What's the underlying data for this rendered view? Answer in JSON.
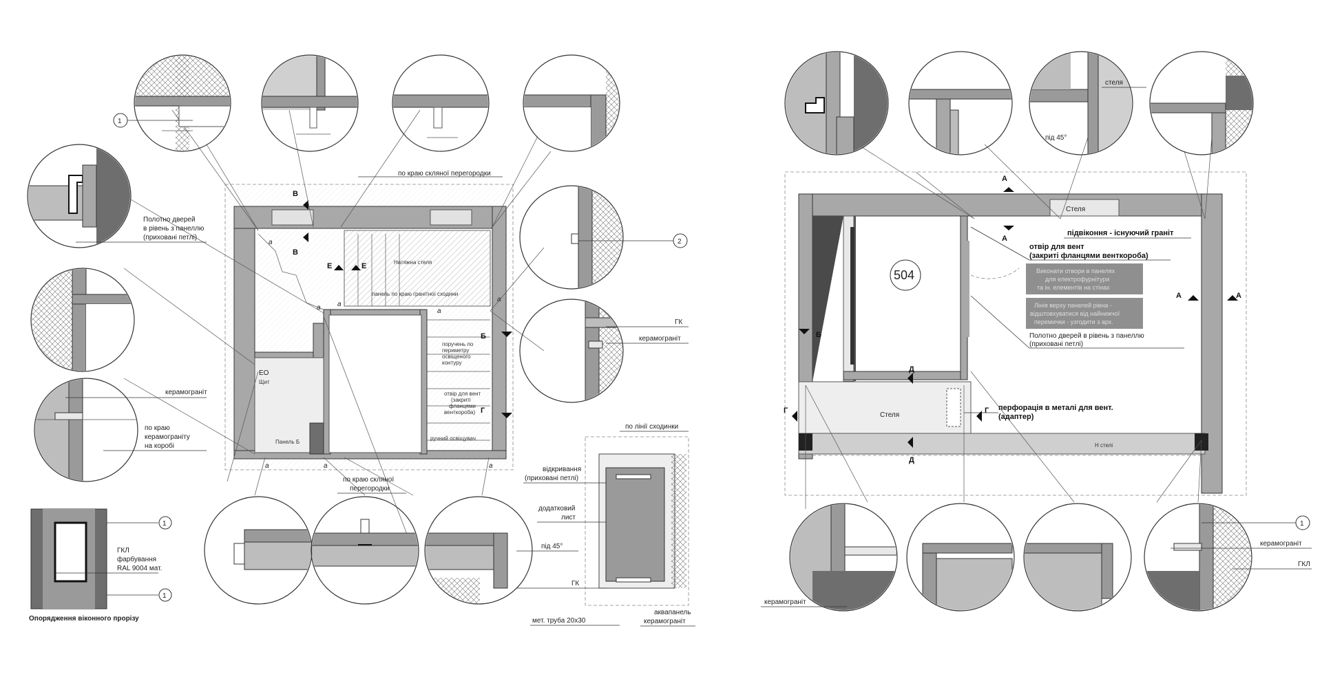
{
  "left_sheet": {
    "callout_1": "1",
    "callout_2": "2",
    "glass_partition_edge": "по краю скляної перегородки",
    "door_flush": [
      "Полотно дверей",
      "в рівень з панеллю",
      "(приховані петлі)"
    ],
    "stretch_ceiling": "Натяжна  стеля",
    "panel_stair_edge": "панель по краю гранітної сходини",
    "handrail": [
      "поручень по",
      "периметру",
      "освіщеного",
      "контуру"
    ],
    "vent_opening": [
      "отвір для вент",
      "(закриті",
      "фланцями",
      "венткороба)"
    ],
    "handrail_lit": "ручний освіщувач",
    "gk": "ГК",
    "porcelain_tile_right": "керамограніт",
    "porcelain_tile_left": "керамограніт",
    "tile_box_edge": [
      "по краю",
      "керамограніту",
      "на коробі"
    ],
    "glass_partition_edge_2": [
      "по краю скляної",
      "перегородки"
    ],
    "angle_45": "під 45°",
    "stair_line": "по лінії сходинки",
    "opening_hidden": [
      "відкривання",
      "(приховані петлі)"
    ],
    "extra_sheet": [
      "додатковий",
      "лист"
    ],
    "gk_2": "ГК",
    "metal_pipe": "мет. труба 20х30",
    "aqua_panel": [
      "аквапанель",
      "керамограніт"
    ],
    "eo_shield": [
      "ЕО",
      "Щит"
    ],
    "panel_b": "Панель Б",
    "section_marks": [
      "В",
      "В",
      "Е",
      "Е",
      "Б",
      "Г",
      "а",
      "а",
      "а",
      "а",
      "а",
      "а",
      "а",
      "а"
    ],
    "window_legend": {
      "callout_top": "1",
      "callout_bottom": "1",
      "gkl": [
        "ГКЛ",
        "фарбування",
        "RAL 9004 мат."
      ],
      "caption": "Опорядження віконного прорізу"
    }
  },
  "right_sheet": {
    "ceiling_top": "стеля",
    "angle_45": "під 45°",
    "ceiling_room": "Стеля",
    "sill": "підвіконня  - існуючий граніт",
    "vent_opening": [
      "отвір для вент",
      "(закриті фланцями венткороба)"
    ],
    "room_number": "504",
    "grey_note_1": [
      "Виконати отвори в панелях",
      "для електрофурнітури",
      "та ін. елементів  на стінах"
    ],
    "grey_note_2": [
      "Лінія верху панелей рівна -",
      "відштовхуватися від найнижчої",
      "перемички - узгодити з арх."
    ],
    "door_flush": [
      "Полотно дверей в рівень з панеллю",
      "(приховані петлі)"
    ],
    "ceiling_lower": "Стеля",
    "perforation": [
      "перфорація в металі для вент.",
      "(адаптер)"
    ],
    "h_mark": "Н стелі",
    "callout_1": "1",
    "porcelain_tile_right": "керамограніт",
    "gkl": "ГКЛ",
    "porcelain_tile_left": "керамограніт",
    "section_marks": [
      "А",
      "А",
      "А",
      "А",
      "Б",
      "Г",
      "Г",
      "Д",
      "Д"
    ]
  },
  "colors": {
    "wall": "#a8a8a8",
    "wall_dark": "#6e6e6e",
    "panel": "#c8c8c8",
    "grey_note_bg": "#8f8f8f",
    "ink": "#222222"
  }
}
